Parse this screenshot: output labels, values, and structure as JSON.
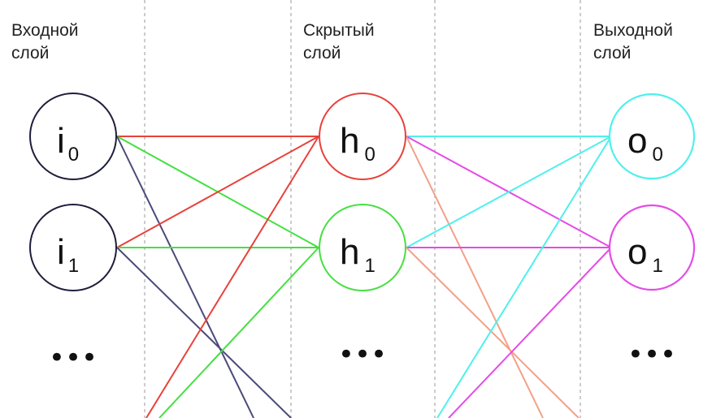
{
  "layers": [
    {
      "title_line1": "Входной",
      "title_line2": "слой",
      "nodes": [
        {
          "main": "i",
          "sub": "0",
          "color": "#1e1e3c"
        },
        {
          "main": "i",
          "sub": "1",
          "color": "#1e1e3c"
        }
      ],
      "ellipsis": "•••"
    },
    {
      "title_line1": "Скрытый",
      "title_line2": "слой",
      "nodes": [
        {
          "main": "h",
          "sub": "0",
          "color": "#e8413a"
        },
        {
          "main": "h",
          "sub": "1",
          "color": "#45e040"
        }
      ],
      "ellipsis": "•••"
    },
    {
      "title_line1": "Выходной",
      "title_line2": "слой",
      "nodes": [
        {
          "main": "o",
          "sub": "0",
          "color": "#4ff0ec"
        },
        {
          "main": "o",
          "sub": "1",
          "color": "#e54be6"
        }
      ],
      "ellipsis": "•••"
    }
  ],
  "colors": {
    "input_to_h0": "#e8413a",
    "input_to_h1": "#45e040",
    "input_to_offscreen": "#4b4a7a",
    "h0_to_o0": "#4ff0ec",
    "h0_to_o1": "#e54be6",
    "h0_to_offscreen": "#f3a088",
    "h1_to_o0": "#4ff0ec",
    "h1_to_o1": "#e54be6",
    "h1_to_offscreen": "#f3a088",
    "offscreen_to_h0": "#e8413a",
    "offscreen_to_h1": "#45e040",
    "offscreen_to_o0": "#4ff0ec",
    "offscreen_to_o1": "#e54be6",
    "separator": "#aaaaaa"
  }
}
